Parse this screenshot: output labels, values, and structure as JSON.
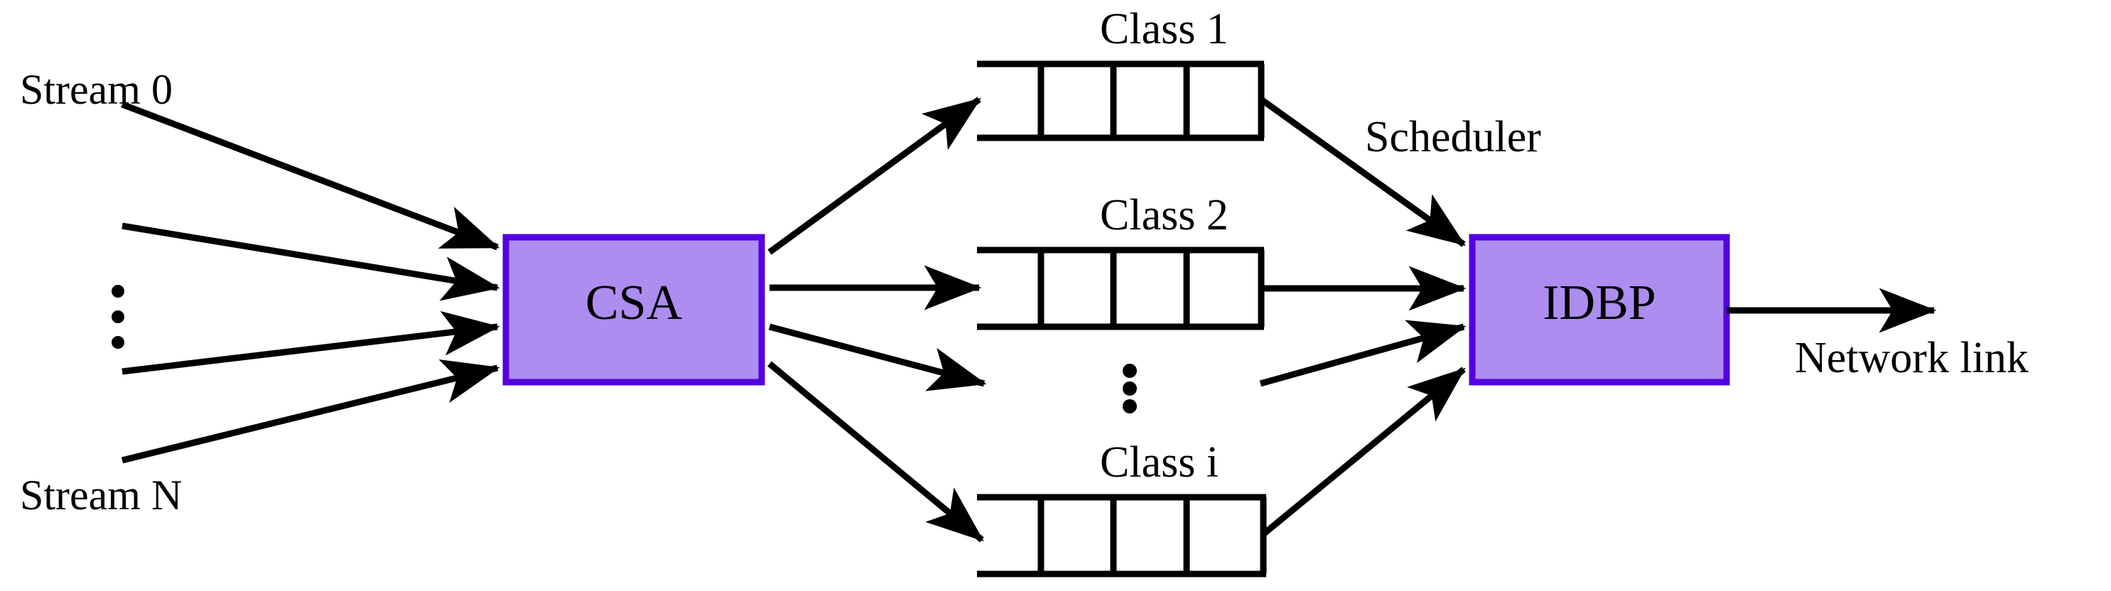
{
  "diagram": {
    "title": "CSA to IDBP traffic class scheduling diagram",
    "colors": {
      "box_fill": "#ad8df0",
      "box_border": "#5500e0",
      "line": "#000000",
      "background": "#ffffff"
    },
    "nodes": {
      "csa": {
        "label": "CSA"
      },
      "idbp": {
        "label": "IDBP"
      }
    },
    "inputs": {
      "first_label": "Stream 0",
      "last_label": "Stream N",
      "ellipsis": "⋮",
      "arrow_count": 4
    },
    "queues": [
      {
        "label": "Class 1",
        "cells": 4
      },
      {
        "label": "Class 2",
        "cells": 4
      },
      {
        "label": "Class i",
        "cells": 4
      }
    ],
    "queue_ellipsis": "⋮",
    "edges": {
      "scheduler_label": "Scheduler",
      "output_label": "Network link"
    }
  }
}
